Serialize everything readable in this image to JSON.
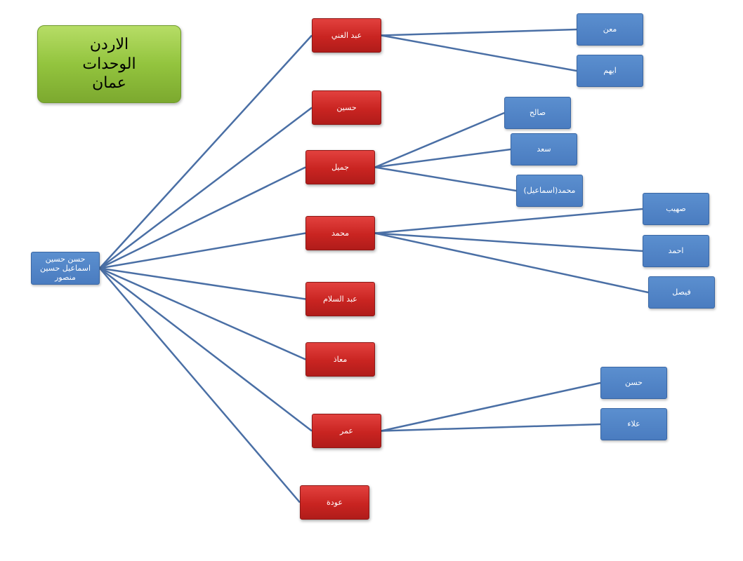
{
  "title_box": {
    "lines": [
      "الاردن",
      "الوحدات",
      "عمان"
    ]
  },
  "colors": {
    "line": "#4a6fa5",
    "blue_node": "#4a7cc0",
    "red_node": "#c92421",
    "title_box": "#93c43e"
  },
  "root": {
    "label": "حسن حسين اسماعيل حسين منصور"
  },
  "sons": [
    {
      "label": "عبد الغني",
      "children": [
        "معن",
        "ايهم"
      ]
    },
    {
      "label": "حسين",
      "children": []
    },
    {
      "label": "جميل",
      "children": [
        "صالح",
        "سعد",
        "محمد(اسماعيل)"
      ]
    },
    {
      "label": "محمد",
      "children": [
        "صهيب",
        "احمد",
        "فيصل"
      ]
    },
    {
      "label": "عبد السلام",
      "children": []
    },
    {
      "label": "معاذ",
      "children": []
    },
    {
      "label": "عمر",
      "children": [
        "حسن",
        "علاء"
      ]
    },
    {
      "label": "عودة",
      "children": []
    }
  ]
}
